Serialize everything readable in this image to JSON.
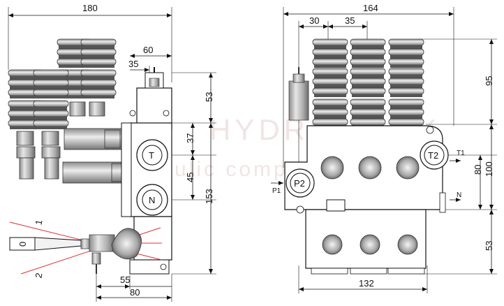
{
  "watermark": {
    "line1": "HYDRO-FLEX",
    "line2": "Hydraulic components"
  },
  "side_view": {
    "dimensions": {
      "overall_width": "180",
      "offset_60": "60",
      "offset_35": "35",
      "height_53": "53",
      "pitch_37": "37",
      "pitch_45": "45",
      "height_153": "153",
      "lever_55": "55",
      "base_80": "80"
    },
    "ports": {
      "tank": "T",
      "neutral": "N"
    },
    "lever_positions": [
      "0",
      "1",
      "2"
    ]
  },
  "front_view": {
    "dimensions": {
      "overall_width": "164",
      "offset_30": "30",
      "spacing_35": "35",
      "height_95": "95",
      "height_80": "80",
      "height_100": "100",
      "height_53": "53",
      "base_132": "132"
    },
    "ports": {
      "pressure_inlet": "P1",
      "pressure_outlet": "P2",
      "tank_outlet": "T1",
      "tank_port": "T2",
      "neutral": "N"
    }
  },
  "colors": {
    "line": "#111111",
    "metal": "#b9b9b9",
    "dark_metal": "#6e6e6e",
    "watermark": "#e3c5c5",
    "lever_marks": "#e03030"
  }
}
